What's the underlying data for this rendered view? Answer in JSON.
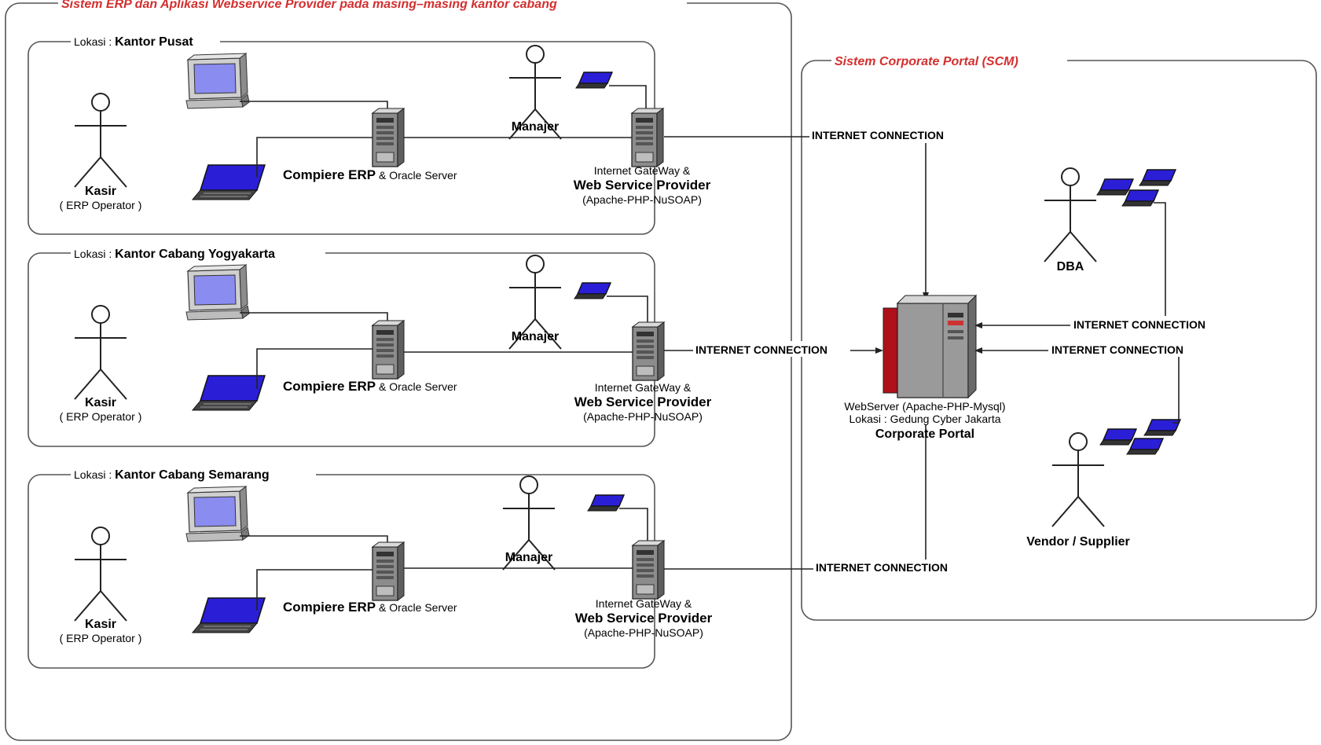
{
  "diagram": {
    "erp_system_title": "Sistem ERP dan Aplikasi Webservice Provider pada masing–masing kantor cabang",
    "scm_title": "Sistem Corporate Portal (SCM)",
    "location_prefix": "Lokasi :",
    "branches": [
      {
        "location": "Kantor Pusat",
        "cashier_label": "Kasir",
        "cashier_role": "( ERP Operator )",
        "manager_label": "Manajer",
        "erp_name": "Compiere ERP",
        "erp_suffix": "& Oracle Server",
        "gateway_line1": "Internet GateWay &",
        "gateway_line2": "Web Service Provider",
        "gateway_line3": "(Apache-PHP-NuSOAP)",
        "connection_label": "INTERNET CONNECTION"
      },
      {
        "location": "Kantor Cabang Yogyakarta",
        "cashier_label": "Kasir",
        "cashier_role": "( ERP Operator )",
        "manager_label": "Manajer",
        "erp_name": "Compiere ERP",
        "erp_suffix": "& Oracle Server",
        "gateway_line1": "Internet GateWay &",
        "gateway_line2": "Web Service Provider",
        "gateway_line3": "(Apache-PHP-NuSOAP)",
        "connection_label": "INTERNET CONNECTION"
      },
      {
        "location": "Kantor Cabang Semarang",
        "cashier_label": "Kasir",
        "cashier_role": "( ERP Operator )",
        "manager_label": "Manajer",
        "erp_name": "Compiere ERP",
        "erp_suffix": "& Oracle Server",
        "gateway_line1": "Internet GateWay &",
        "gateway_line2": "Web Service Provider",
        "gateway_line3": "(Apache-PHP-NuSOAP)",
        "connection_label": "INTERNET CONNECTION"
      }
    ],
    "portal": {
      "line1": "WebServer (Apache-PHP-Mysql)",
      "line2": "Lokasi : Gedung Cyber Jakarta",
      "line3": "Corporate Portal"
    },
    "dba_label": "DBA",
    "dba_connection": "INTERNET CONNECTION",
    "vendor_label": "Vendor / Supplier",
    "vendor_connection": "INTERNET CONNECTION"
  },
  "colors": {
    "title_red": "#d32f2f",
    "screen_blue": "#2a1fd6",
    "monitor_screen": "#8a8cf0",
    "server_gray": "#8c8c8c",
    "portal_red": "#b0101a"
  },
  "icons": {
    "actor": "stick-figure-icon",
    "desktop": "desktop-computer-icon",
    "laptop": "laptop-icon",
    "server": "server-tower-icon",
    "portal": "portal-server-rack-icon"
  }
}
